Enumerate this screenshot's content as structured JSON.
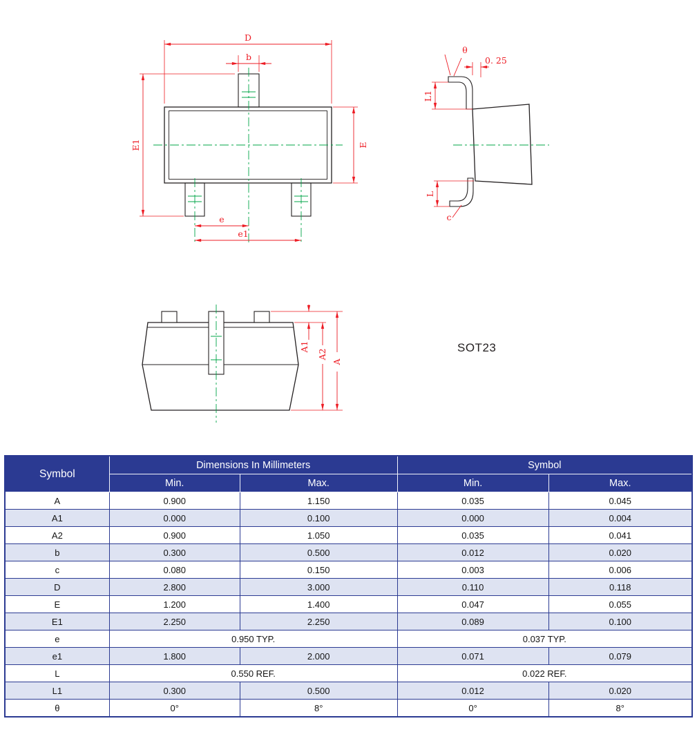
{
  "package": "SOT23",
  "colors": {
    "header_bg": "#2b3a92",
    "row_alt": "#dee3f2",
    "dimension_red": "#ed1c24",
    "centerline_green": "#00a447",
    "drawing_black": "#231f20"
  },
  "drawing_labels": {
    "front": {
      "D": "D",
      "b": "b",
      "E1": "E1",
      "E": "E",
      "e": "e",
      "e1": "e1"
    },
    "side": {
      "theta": "θ",
      "tip": "0. 25",
      "L1": "L1",
      "L": "L",
      "c": "c"
    },
    "height_view": {
      "A1": "A1",
      "A2": "A2",
      "A": "A"
    }
  },
  "table": {
    "header": {
      "symbol": "Symbol",
      "mm": "Dimensions In Millimeters",
      "symbol_right": "Symbol",
      "min": "Min.",
      "max": "Max."
    },
    "rows": [
      {
        "sym": "A",
        "mm_min": "0.900",
        "mm_max": "1.150",
        "in_min": "0.035",
        "in_max": "0.045"
      },
      {
        "sym": "A1",
        "mm_min": "0.000",
        "mm_max": "0.100",
        "in_min": "0.000",
        "in_max": "0.004"
      },
      {
        "sym": "A2",
        "mm_min": "0.900",
        "mm_max": "1.050",
        "in_min": "0.035",
        "in_max": "0.041"
      },
      {
        "sym": "b",
        "mm_min": "0.300",
        "mm_max": "0.500",
        "in_min": "0.012",
        "in_max": "0.020"
      },
      {
        "sym": "c",
        "mm_min": "0.080",
        "mm_max": "0.150",
        "in_min": "0.003",
        "in_max": "0.006"
      },
      {
        "sym": "D",
        "mm_min": "2.800",
        "mm_max": "3.000",
        "in_min": "0.110",
        "in_max": "0.118"
      },
      {
        "sym": "E",
        "mm_min": "1.200",
        "mm_max": "1.400",
        "in_min": "0.047",
        "in_max": "0.055"
      },
      {
        "sym": "E1",
        "mm_min": "2.250",
        "mm_max": "2.250",
        "in_min": "0.089",
        "in_max": "0.100"
      },
      {
        "sym": "e",
        "mm_span": "0.950 TYP.",
        "in_span": "0.037 TYP."
      },
      {
        "sym": "e1",
        "mm_min": "1.800",
        "mm_max": "2.000",
        "in_min": "0.071",
        "in_max": "0.079"
      },
      {
        "sym": "L",
        "mm_span": "0.550 REF.",
        "in_span": "0.022 REF."
      },
      {
        "sym": "L1",
        "mm_min": "0.300",
        "mm_max": "0.500",
        "in_min": "0.012",
        "in_max": "0.020"
      },
      {
        "sym": "θ",
        "mm_min": "0°",
        "mm_max": "8°",
        "in_min": "0°",
        "in_max": "8°"
      }
    ]
  }
}
